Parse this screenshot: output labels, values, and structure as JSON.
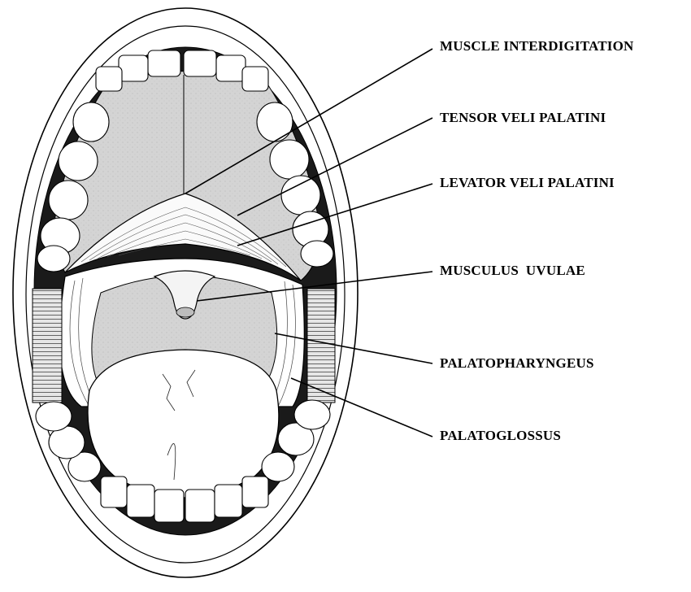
{
  "labels": [
    "MUSCLE INTERDIGITATION",
    "TENSOR VELI PALATINI",
    "LEVATOR VELI PALATINI",
    "MUSCULUS  UVULAE",
    "PALATOPHARYNGEUS",
    "PALATOGLOSSUS"
  ],
  "colors": {
    "ink": "#000000",
    "palate_shading": "#d2d2d2",
    "throat_shading": "#d8d8d8",
    "background": "#ffffff"
  }
}
